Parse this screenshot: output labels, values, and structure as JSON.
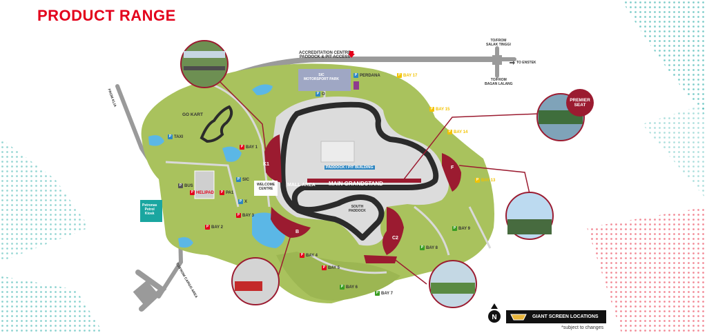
{
  "title": "PRODUCT RANGE",
  "roads": {
    "access": "ACCREDITATION CENTRE\nPADDOCK & PIT ACCESS",
    "salak": "TO/FROM\nSALAK TINGGI",
    "enstek": "TO ENSTEK",
    "bagan": "TO/FROM\nBAGAN LALANG",
    "klia": "FROM KLIA",
    "cargo": "TO/FROM CARGO AREA"
  },
  "areas": {
    "motorsport_park": "SIC\nMOTORSPORT PARK",
    "go_kart": "GO KART",
    "mall": "MALL AREA",
    "grandstand": "MAIN GRANDSTAND",
    "paddock": "PADDOCK / PIT BUILDING",
    "welcome": "WELCOME\nCENTRE",
    "south_paddock": "SOUTH\nPADDOCK",
    "petronas": "Petronas\nPetrol\nKiosk"
  },
  "zones": {
    "k1": "K1",
    "b": "B",
    "c2": "C2",
    "f": "F"
  },
  "parking": [
    {
      "label": "PERDANA",
      "color": "#2e86c1"
    },
    {
      "label": "BAY 17",
      "color": "#f2c200"
    },
    {
      "label": "O",
      "color": "#2e86c1"
    },
    {
      "label": "BAY 15",
      "color": "#f2c200"
    },
    {
      "label": "BAY 14",
      "color": "#f2c200"
    },
    {
      "label": "BAY 13",
      "color": "#f2c200"
    },
    {
      "label": "TAXI",
      "color": "#2e86c1"
    },
    {
      "label": "BAY 1",
      "color": "#e3001b"
    },
    {
      "label": "BUS",
      "color": "#555555"
    },
    {
      "label": "HELIPAD",
      "color": "#e3001b"
    },
    {
      "label": "SIC",
      "color": "#2e86c1"
    },
    {
      "label": "PA1",
      "color": "#e3001b"
    },
    {
      "label": "X",
      "color": "#2e86c1"
    },
    {
      "label": "BAY 3",
      "color": "#e3001b"
    },
    {
      "label": "BAY 2",
      "color": "#e3001b"
    },
    {
      "label": "BAY 4",
      "color": "#e3001b"
    },
    {
      "label": "BAY 5",
      "color": "#e3001b"
    },
    {
      "label": "BAY 6",
      "color": "#3a9d23"
    },
    {
      "label": "BAY 7",
      "color": "#3a9d23"
    },
    {
      "label": "BAY 8",
      "color": "#3a9d23"
    },
    {
      "label": "BAY 9",
      "color": "#3a9d23"
    }
  ],
  "premier": "PREMIER\nSEAT",
  "legend": "GIANT SCREEN LOCATIONS",
  "note": "*subject to changes",
  "colors": {
    "accent": "#e3001b",
    "seat_zone": "#9b1b30",
    "grass": "#a9c25d",
    "track": "#2b2b2b",
    "road": "#9a9a9a",
    "water": "#5bb7e6"
  }
}
